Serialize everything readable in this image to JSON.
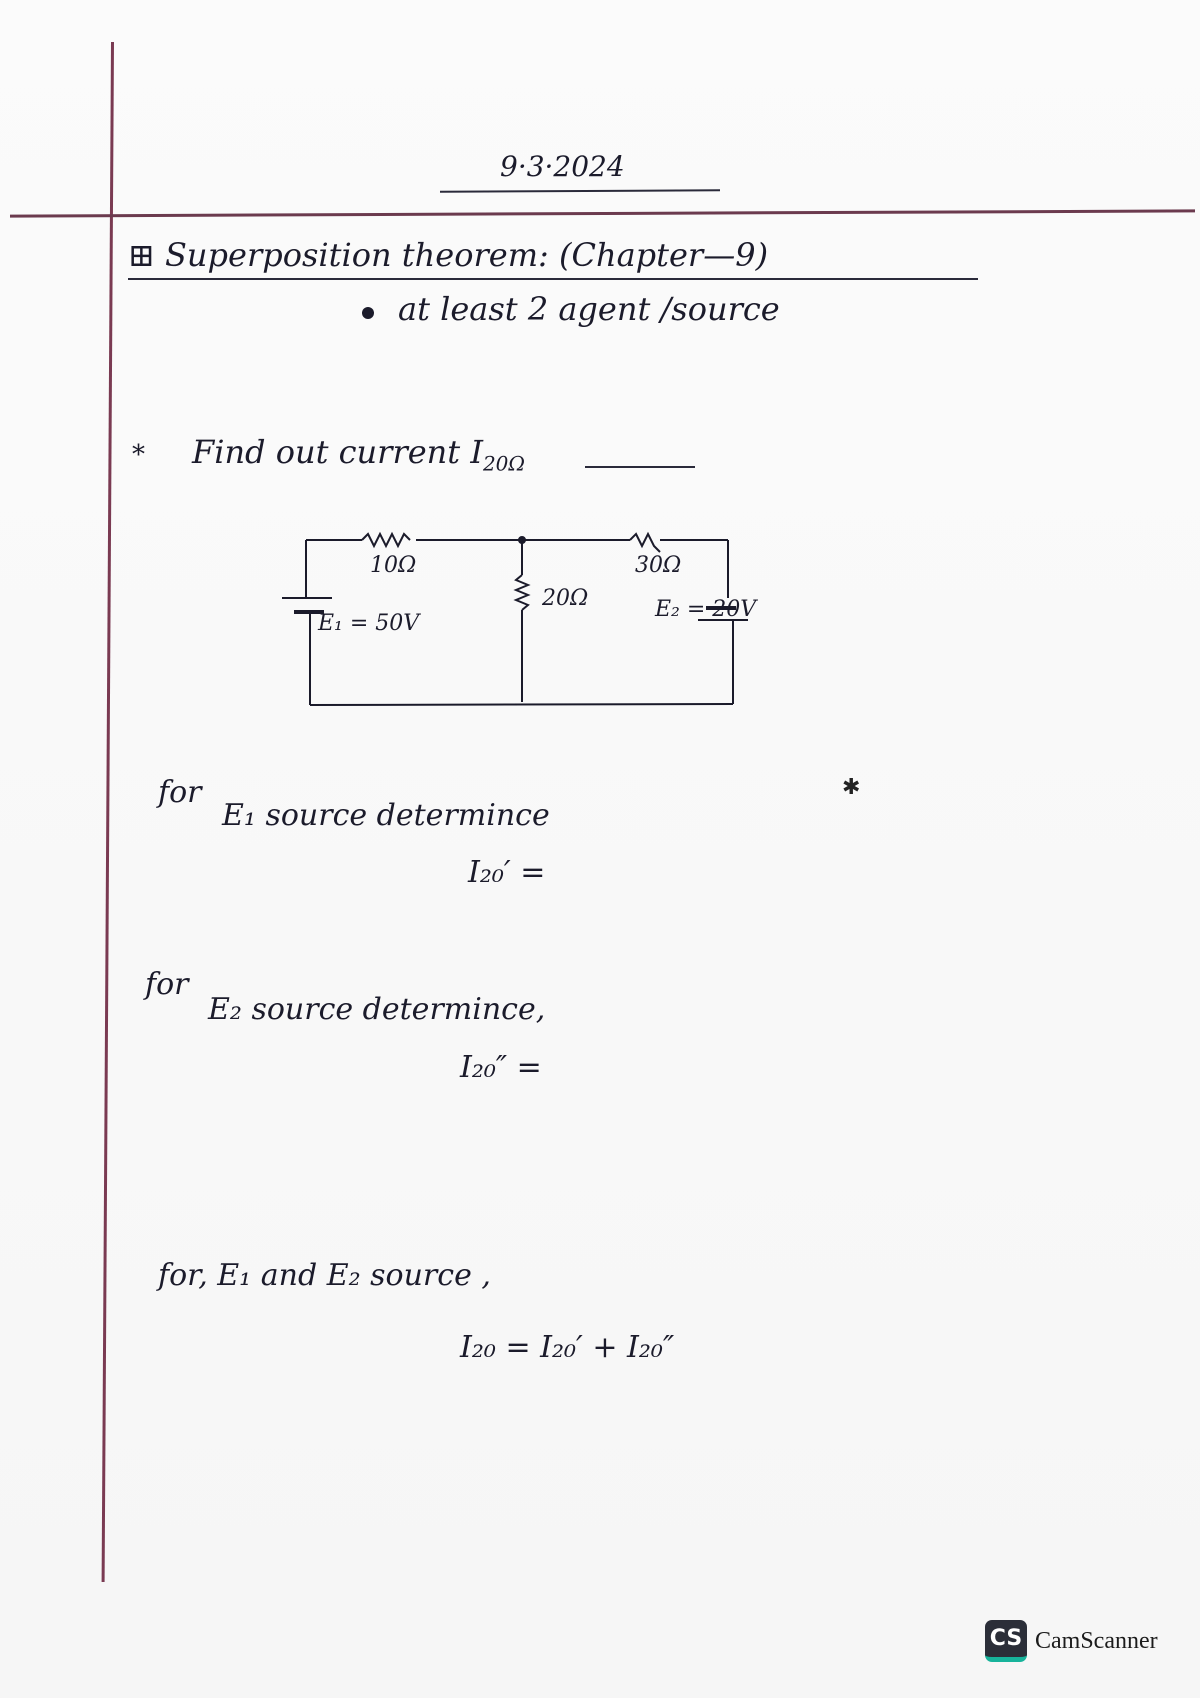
{
  "notes": {
    "date": "9·3·2024",
    "title": "⊞ Superposition theorem: (Chapter—9)",
    "subpoint": "at least 2 agent /source",
    "task_marker": "*",
    "task": "Find out current I",
    "task_sub": "20Ω"
  },
  "circuit": {
    "r1": "10Ω",
    "r2": "20Ω",
    "r3": "30Ω",
    "e1": "E₁ = 50V",
    "e2": "E₂ = 20V"
  },
  "sections": {
    "e1_for": "for",
    "e1_source": "E₁  source  determince",
    "e1_expr": "I₂₀′  =",
    "e2_for": "for",
    "e2_source": "E₂  source  determince,",
    "e2_expr": "I₂₀″  =",
    "both_source": "for,  E₁ and  E₂  source ,",
    "both_expr": "I₂₀ = I₂₀′ + I₂₀″"
  },
  "scanner": {
    "badge": "CS",
    "name": "CamScanner"
  }
}
